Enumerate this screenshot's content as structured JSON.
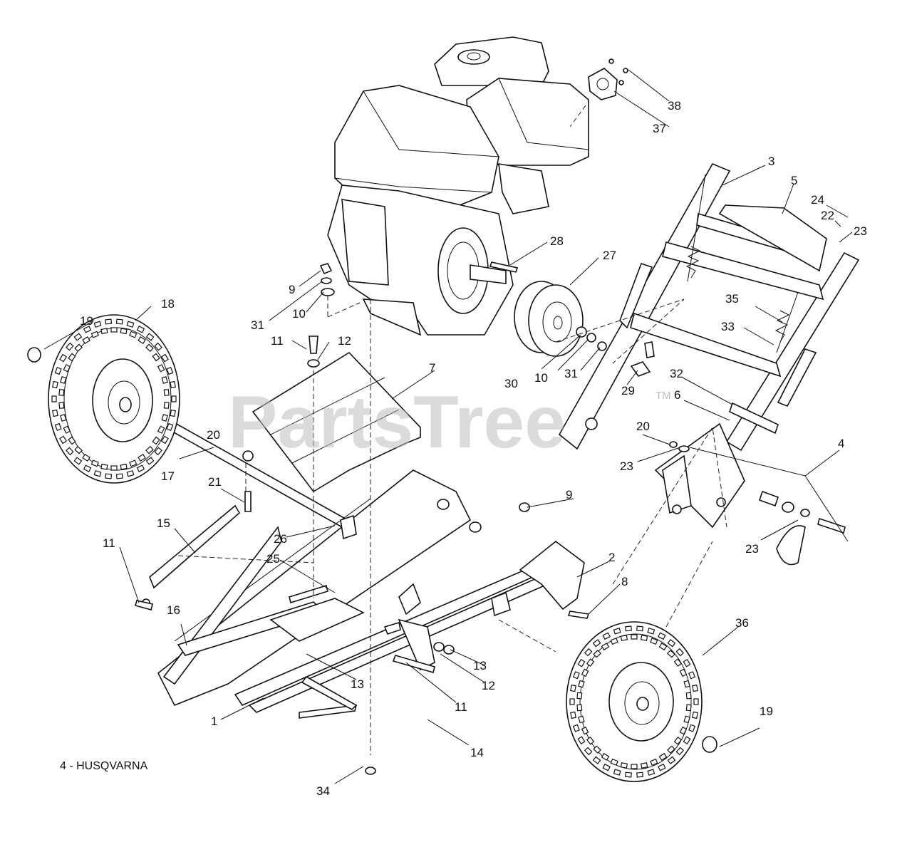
{
  "caption": "4 - HUSQVARNA",
  "watermark": {
    "text": "PartsTree",
    "tm": "TM"
  },
  "callouts": {
    "c1": "1",
    "c2": "2",
    "c3": "3",
    "c4": "4",
    "c5": "5",
    "c6": "6",
    "c7": "7",
    "c8": "8",
    "c9a": "9",
    "c9b": "9",
    "c10a": "10",
    "c10b": "10",
    "c11a": "11",
    "c11b": "11",
    "c11c": "11",
    "c12a": "12",
    "c12b": "12",
    "c13a": "13",
    "c13b": "13",
    "c14": "14",
    "c15": "15",
    "c16": "16",
    "c17": "17",
    "c18": "18",
    "c19a": "19",
    "c19b": "19",
    "c20a": "20",
    "c20b": "20",
    "c21": "21",
    "c22": "22",
    "c23a": "23",
    "c23b": "23",
    "c23c": "23",
    "c24": "24",
    "c25": "25",
    "c26": "26",
    "c27": "27",
    "c28": "28",
    "c29": "29",
    "c30": "30",
    "c31a": "31",
    "c31b": "31",
    "c32": "32",
    "c33": "33",
    "c34": "34",
    "c35": "35",
    "c36": "36",
    "c37": "37",
    "c38": "38"
  }
}
